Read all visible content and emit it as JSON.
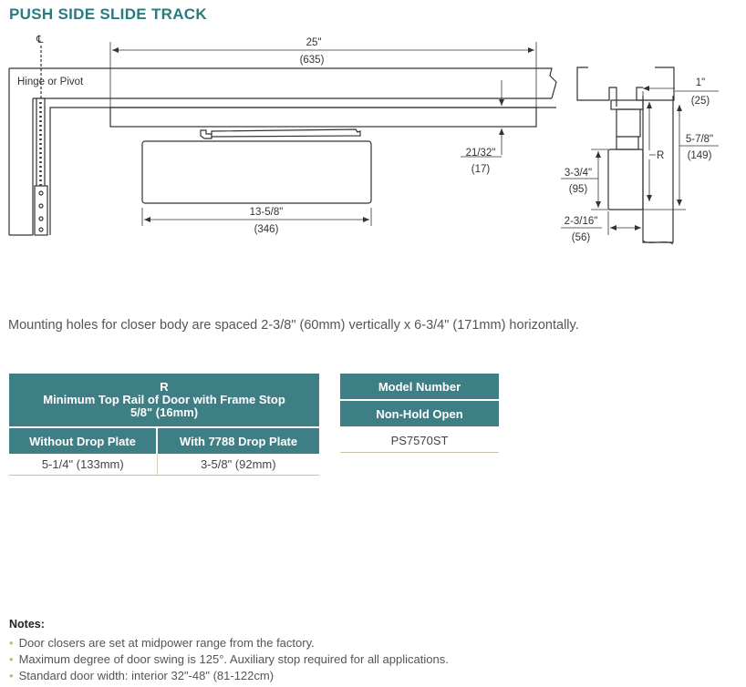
{
  "title": "PUSH SIDE SLIDE TRACK",
  "diagram": {
    "centerline_symbol": "℄",
    "hinge_label": "Hinge or Pivot",
    "dim_track_length": "25\"",
    "dim_track_length_mm": "(635)",
    "dim_drop": "21/32\"",
    "dim_drop_mm": "(17)",
    "dim_body_length": "13-5/8\"",
    "dim_body_length_mm": "(346)",
    "dim_side_1": "1\"",
    "dim_side_1_mm": "(25)",
    "dim_r": "R",
    "dim_side_58": "5-7/8\"",
    "dim_side_58_mm": "(149)",
    "dim_side_34": "3-3/4\"",
    "dim_side_34_mm": "(95)",
    "dim_side_216": "2-3/16\"",
    "dim_side_216_mm": "(56)"
  },
  "mounting_text": "Mounting holes for closer body are spaced 2-3/8\" (60mm) vertically x 6-3/4\" (171mm) horizontally.",
  "r_table": {
    "header_r": "R",
    "header_line2": "Minimum Top Rail of Door with Frame Stop",
    "header_line3": "5/8\" (16mm)",
    "col1": "Without Drop Plate",
    "col2": "With 7788 Drop Plate",
    "val1": "5-1/4\" (133mm)",
    "val2": "3-5/8\" (92mm)"
  },
  "model_table": {
    "header": "Model Number",
    "subheader": "Non-Hold Open",
    "value": "PS7570ST"
  },
  "notes": {
    "title": "Notes:",
    "items": [
      "Door closers are set at midpower range from the factory.",
      "Maximum degree of door swing is 125°. Auxiliary stop required for all applications.",
      "Standard door width: interior 32\"-48\" (81-122cm)"
    ]
  },
  "colors": {
    "accent": "#2a7a80",
    "table_header": "#3e7f86",
    "rule": "#c9c2a4"
  }
}
